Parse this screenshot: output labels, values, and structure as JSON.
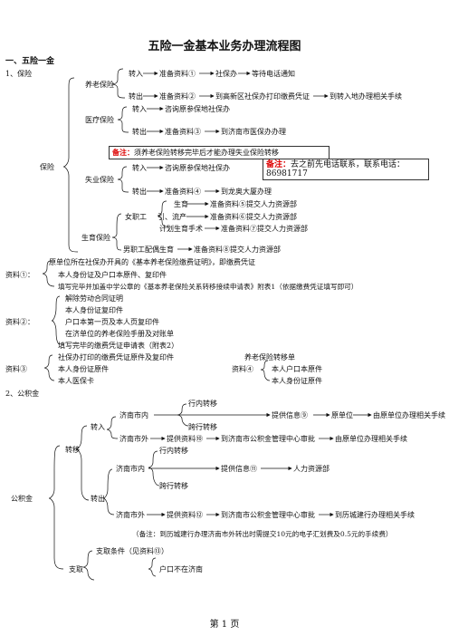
{
  "title": "五险一金基本业务办理流程图",
  "s1": {
    "heading": "一、五险一金",
    "baoxian": "1、保险",
    "baoxian_mid": "保险",
    "yanglao": {
      "label": "养老保险",
      "r1": {
        "a": "转入",
        "b": "准备资料①",
        "c": "社保办",
        "d": "等待电话通知"
      },
      "r2": {
        "a": "转出",
        "b": "准备资料②",
        "c": "到高新区社保办打印缴费凭证",
        "d": "到转入地办理相关手续"
      }
    },
    "yiliao": {
      "label": "医疗保险",
      "r1": {
        "a": "转入",
        "b": "咨询原参保地社保办"
      },
      "r2": {
        "a": "转出",
        "b": "准备资料③",
        "c": "到济南市医保办办理"
      }
    },
    "note1": {
      "label": "备注：",
      "text": "须养老保险转移完毕后才能办理失业保险转移"
    },
    "shiye": {
      "label": "失业保险",
      "r1": {
        "a": "转入",
        "b": "咨询原参保地社保办"
      },
      "r2": {
        "a": "转出",
        "b": "准备资料④",
        "c": "到龙奥大厦办理"
      }
    },
    "note2": {
      "label": "备注：",
      "text": "去之前先电话联系，联系电话：86981717"
    },
    "shengyu": {
      "label": "生育保险",
      "nvzhigong": "女职工",
      "r1": {
        "a": "生育",
        "b": "准备资料⑤提交人力资源部"
      },
      "r2": {
        "a": "引、流产",
        "b": "准备资料⑥提交人力资源部"
      },
      "r3": {
        "a": "计划生育手术",
        "b": "准备资料⑦提交人力资源部"
      },
      "r4": {
        "a": "男职工配偶生育",
        "b": "准备资料⑧提交人力资源部"
      }
    }
  },
  "zl": {
    "z1_label": "资料①：",
    "z1_lines": [
      "原单位所在社保办开具的《基本养老保险缴费证明》，即缴费凭证",
      "本人身份证及户口本原件、复印件",
      "填写完毕并加盖中学公章的《基本养老保险关系转移接续申请表》附表1（依据缴费凭证填写即可）"
    ],
    "z2_label": "资料②：",
    "z2_lines": [
      "解除劳动合同证明",
      "本人身份证复印件",
      "户口本第一页及本人页复印件",
      "在济单位的养老保险手册及对账单",
      "填写完毕的缴费凭证申请表（附表2）"
    ],
    "z3_label": "资料③",
    "z3_lines": [
      "社保办打印的缴费凭证原件及复印件",
      "本人身份证原件",
      "本人医保卡"
    ],
    "z4_head": "养老保险转移单",
    "z4_label": "资料④",
    "z4_lines": [
      "本人户口本原件",
      "本人身份证原件"
    ]
  },
  "gjj": {
    "heading": "2、公积金",
    "label": "公积金",
    "zhuanyi": "转移",
    "zhuanru": "转入",
    "zhuanchu": "转出",
    "in_jn": "济南市内",
    "in_hang": "行内转移",
    "in_kua": "跨行转移",
    "in_jn_r": {
      "a": "提供信息⑨",
      "b": "原单位",
      "c": "由原单位办理相关手续"
    },
    "in_out": {
      "a": "济南市外",
      "b": "提供资料⑩",
      "c": "到济南市公积金管理中心审批",
      "d": "由原单位办理相关手续"
    },
    "out_hang": "行内转移",
    "out_jn": "济南市内",
    "out_jn_r": {
      "a": "提供信息⑪",
      "b": "人力资源部"
    },
    "out_kua": "跨行转移",
    "out_out": {
      "a": "济南市外",
      "b": "提供资料⑫",
      "c": "到济南市公积金管理中心审批",
      "d": "到历城建行办理相关手续"
    },
    "remark": "（备注：到历城建行办理济南市外转出时需提交10元的电子汇划费及0.5元的手续费）",
    "zhiqu": "支取",
    "zq1": "支取条件（见资料⑬）",
    "zq2": "户口不在济南"
  },
  "footer": "第 1 页"
}
